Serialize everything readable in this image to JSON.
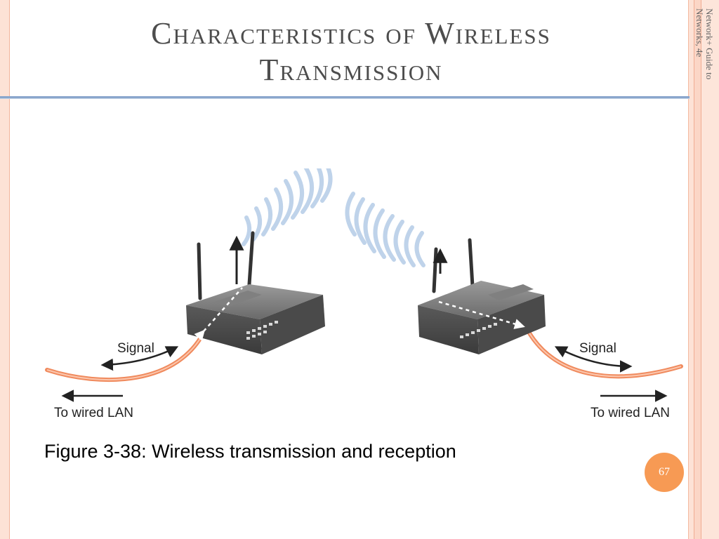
{
  "slide": {
    "title_line1": "Characteristics of Wireless",
    "title_line2": "Transmission",
    "side_line1": "Network+ Guide to",
    "side_line2": "Networks, 4e",
    "caption": "Figure 3-38: Wireless transmission and reception",
    "page_number": "67"
  },
  "figure": {
    "left_signal_label": "Signal",
    "right_signal_label": "Signal",
    "left_lan_label": "To wired LAN",
    "right_lan_label": "To wired LAN"
  },
  "colors": {
    "accent_rule": "#8aa6cc",
    "badge": "#f79a54",
    "cable": "#f08a5d",
    "waves": "#bfd3ea"
  }
}
